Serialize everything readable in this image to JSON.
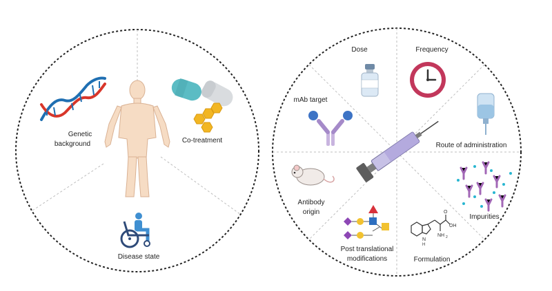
{
  "patient_factors": {
    "genetic": [
      "Genetic",
      "background"
    ],
    "cotreatment": "Co-treatment",
    "disease_state": "Disease state"
  },
  "product_factors": {
    "dose": "Dose",
    "frequency": "Frequency",
    "mab_target": "mAb target",
    "route": "Route of administration",
    "antibody_origin": [
      "Antibody",
      "origin"
    ],
    "impurities": "Impurities",
    "ptm": [
      "Post translational",
      "modifications"
    ],
    "formulation": "Formulation"
  },
  "molecule_labels": {
    "oh": "OH",
    "o": "O",
    "nh": "N",
    "h": "H",
    "nh2": "NH",
    "sub2": "2"
  },
  "colors": {
    "circle_border": "#222222",
    "divider": "#bdbdbd",
    "dna_blue": "#1f6fb2",
    "dna_red": "#d8362a",
    "skin": "#f6dcc4",
    "pill_teal": "#5bbcc4",
    "pill_grey": "#d9dcdf",
    "hex_yellow": "#f2b623",
    "wheelchair": "#2e4a78",
    "patient_blue": "#3f8fd1",
    "clock_red": "#c2375b",
    "antibody_purple": "#a58ac9",
    "antibody_blue": "#3d73c5",
    "glycan_purple": "#8d47b5",
    "glycan_yellow": "#f2c230",
    "glycan_blue": "#2d6fc0",
    "glycan_red": "#d8313a"
  }
}
